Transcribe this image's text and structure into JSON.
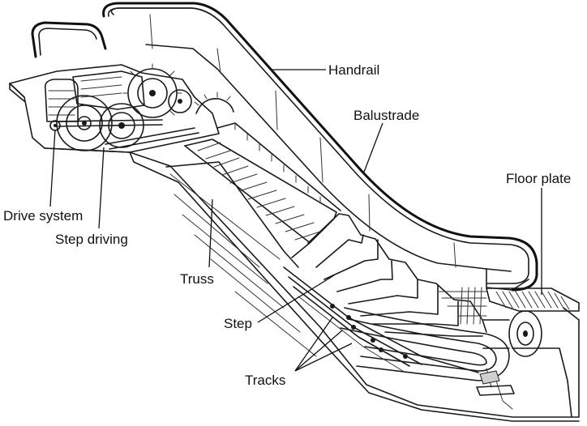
{
  "labels": {
    "handrail": "Handrail",
    "balustrade": "Balustrade",
    "floor_plate": "Floor plate",
    "drive_system": "Drive system",
    "step_driving": "Step driving",
    "truss": "Truss",
    "step": "Step",
    "tracks": "Tracks"
  },
  "colors": {
    "ink": "#1a1a1a",
    "background": "#ffffff"
  }
}
